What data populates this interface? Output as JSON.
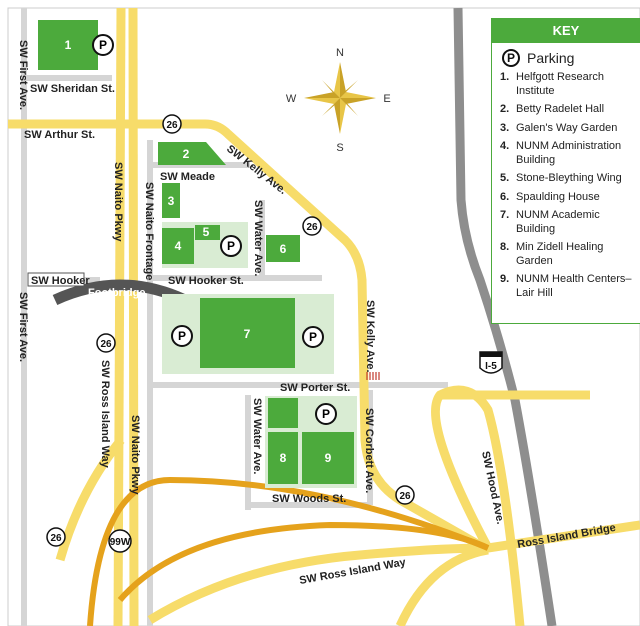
{
  "key": {
    "title": "KEY",
    "parking_label": "Parking",
    "parking_symbol": "P",
    "items": [
      {
        "num": "1.",
        "label": "Helfgott Research Institute"
      },
      {
        "num": "2.",
        "label": "Betty Radelet Hall"
      },
      {
        "num": "3.",
        "label": "Galen's Way Garden"
      },
      {
        "num": "4.",
        "label": "NUNM Administration Building"
      },
      {
        "num": "5.",
        "label": "Stone-Bleything Wing"
      },
      {
        "num": "6.",
        "label": "Spaulding House"
      },
      {
        "num": "7.",
        "label": "NUNM Academic Building"
      },
      {
        "num": "8.",
        "label": "Min Zidell Healing Garden"
      },
      {
        "num": "9.",
        "label": "NUNM Health Centers– Lair Hill"
      }
    ]
  },
  "buildings": [
    {
      "id": "b1",
      "label": "1"
    },
    {
      "id": "b2",
      "label": "2"
    },
    {
      "id": "b3",
      "label": "3"
    },
    {
      "id": "b4",
      "label": "4"
    },
    {
      "id": "b5",
      "label": "5"
    },
    {
      "id": "b6",
      "label": "6"
    },
    {
      "id": "b7",
      "label": "7"
    },
    {
      "id": "b8",
      "label": "8"
    },
    {
      "id": "b9",
      "label": "9"
    }
  ],
  "parking_symbol": "P",
  "streets": {
    "first_ave": "SW First Ave.",
    "sheridan": "SW Sheridan St.",
    "arthur": "SW Arthur St.",
    "meade": "SW Meade",
    "kelly_ave": "SW Kelly Ave.",
    "naito_pkwy": "SW Naito Pkwy",
    "naito_frontage": "SW Naito Frontage",
    "water_ave": "SW Water Ave.",
    "hooker_st": "SW Hooker St.",
    "hooker": "SW Hooker",
    "footbridge": "Footbridge",
    "porter": "SW Porter St.",
    "corbett": "SW Corbett Ave.",
    "woods": "SW Woods St.",
    "ross_island_way": "SW Ross Island Way",
    "hood_ave": "SW Hood Ave.",
    "ross_island_bridge": "Ross Island Bridge"
  },
  "routes": {
    "r26": "26",
    "r99w": "99W",
    "i5": "I-5"
  },
  "compass": {
    "n": "N",
    "s": "S",
    "e": "E",
    "w": "W"
  },
  "colors": {
    "building": "#4caa3c",
    "campus_lot": "#d9ecd3",
    "road_yellow": "#f7dc6a",
    "road_orange": "#e5a21c",
    "interstate": "#8e8e8e",
    "footbridge": "#555555",
    "key_green": "#4caa3c"
  }
}
